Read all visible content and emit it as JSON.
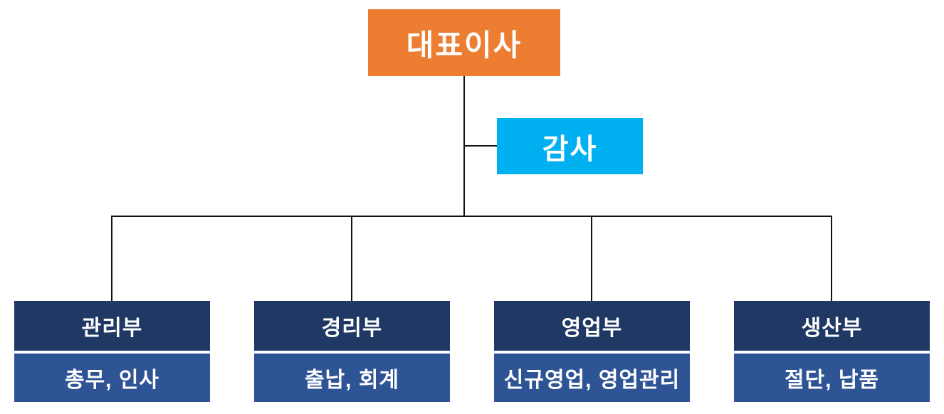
{
  "diagram": {
    "type": "org-chart",
    "root": {
      "label": "대표이사"
    },
    "staff": {
      "label": "감사"
    },
    "departments": [
      {
        "name": "관리부",
        "detail": "총무, 인사"
      },
      {
        "name": "경리부",
        "detail": "출납, 회계"
      },
      {
        "name": "영업부",
        "detail": "신규영업, 영업관리"
      },
      {
        "name": "생산부",
        "detail": "절단, 납품"
      }
    ],
    "colors": {
      "root_fill": "#ED7D31",
      "staff_fill": "#00B0F0",
      "department_header_fill": "#1F3864",
      "department_body_fill": "#2F5496",
      "text": "#FFFFFF",
      "connector": "#111111"
    }
  }
}
